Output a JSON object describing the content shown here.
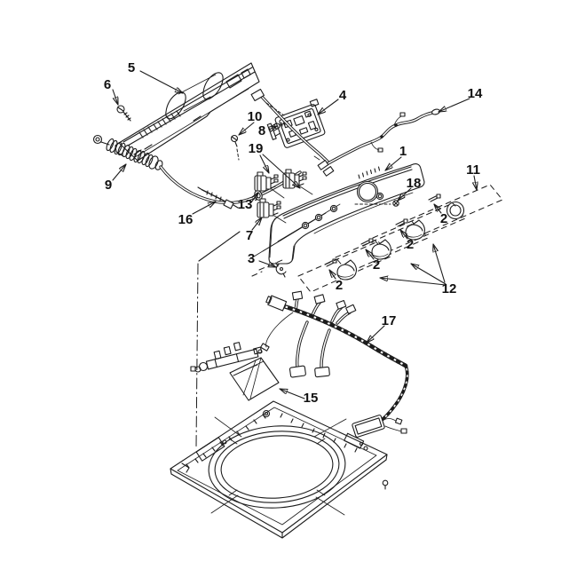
{
  "page": {
    "background": "#ffffff",
    "line_color": "#1c1c1c"
  },
  "callouts": [
    {
      "text": "5"
    },
    {
      "text": "6"
    },
    {
      "text": "9"
    },
    {
      "text": "16"
    },
    {
      "text": "4"
    },
    {
      "text": "10"
    },
    {
      "text": "8"
    },
    {
      "text": "19"
    },
    {
      "text": "13"
    },
    {
      "text": "7"
    },
    {
      "text": "3"
    },
    {
      "text": "1"
    },
    {
      "text": "18"
    },
    {
      "text": "11"
    },
    {
      "text": "2"
    },
    {
      "text": "2"
    },
    {
      "text": "2"
    },
    {
      "text": "2"
    },
    {
      "text": "12"
    },
    {
      "text": "14"
    },
    {
      "text": "17"
    },
    {
      "text": "15"
    }
  ]
}
